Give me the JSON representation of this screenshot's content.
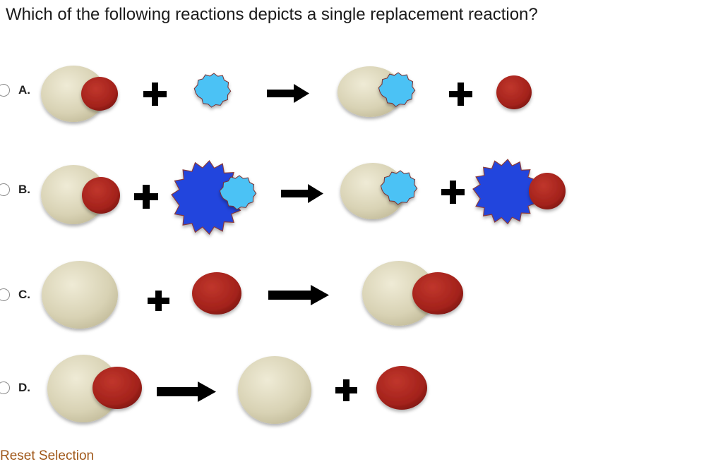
{
  "question": "Which of the following reactions depicts a single replacement reaction?",
  "options": [
    {
      "letter": "A.",
      "icon": "single-replacement-diagram"
    },
    {
      "letter": "B.",
      "icon": "double-replacement-diagram"
    },
    {
      "letter": "C.",
      "icon": "synthesis-diagram"
    },
    {
      "letter": "D.",
      "icon": "decomposition-diagram"
    }
  ],
  "reset_label": "Reset Selection",
  "colors": {
    "tan_atom": "#d6d0b2",
    "red_atom": "#a8221c",
    "light_blue_star": "#4cc2f5",
    "dark_blue_star": "#2244dd",
    "star_outline": "#8a3a3a",
    "symbol": "#000000",
    "reset_link": "#a0581a"
  }
}
